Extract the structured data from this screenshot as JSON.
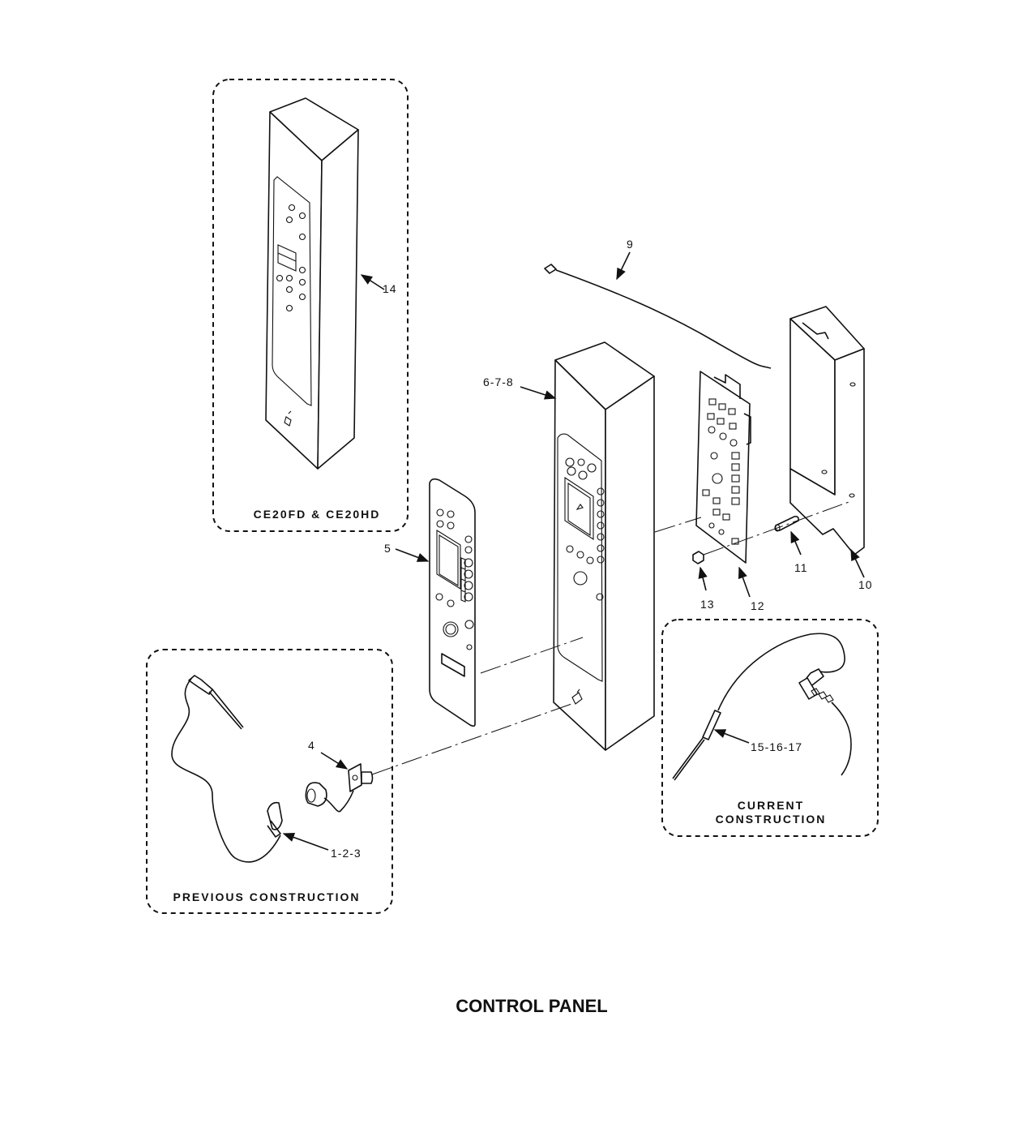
{
  "title": "CONTROL PANEL",
  "groups": {
    "models": "CE20FD & CE20HD",
    "previous": "PREVIOUS CONSTRUCTION",
    "current_line1": "CURRENT",
    "current_line2": "CONSTRUCTION"
  },
  "callouts": {
    "c14": "14",
    "c9": "9",
    "c678": "6-7-8",
    "c5": "5",
    "c10": "10",
    "c11": "11",
    "c12": "12",
    "c13": "13",
    "c4": "4",
    "c123": "1-2-3",
    "c151617": "15-16-17"
  }
}
